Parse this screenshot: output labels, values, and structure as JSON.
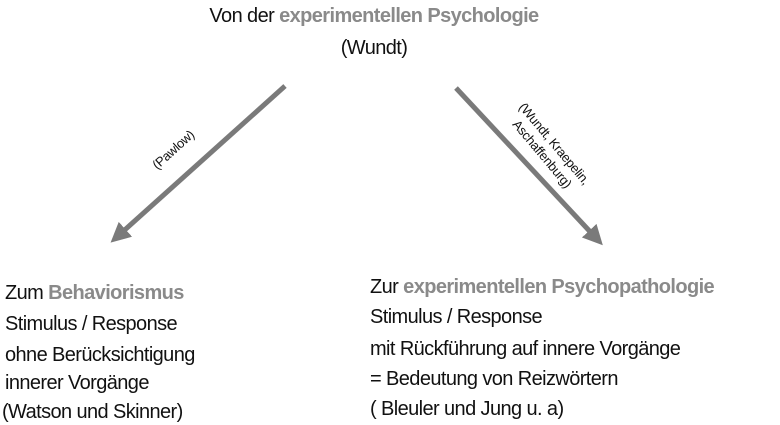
{
  "top": {
    "prefix": "Von der",
    "highlight": "experimentellen Psychologie",
    "subtitle": "(Wundt)"
  },
  "arrows": {
    "left_label": "(Pawlow)",
    "right_label_line1": "(Wundt, Kraepelin,",
    "right_label_line2": "Aschaffenburg)"
  },
  "left_box": {
    "prefix": "Zum",
    "highlight": "Behaviorismus",
    "lines": [
      "Stimulus / Response",
      "ohne Berücksichtigung",
      "innerer Vorgänge",
      "(Watson und Skinner)"
    ]
  },
  "right_box": {
    "prefix": "Zur",
    "highlight": "experimentellen Psychopathologie",
    "lines": [
      "Stimulus / Response",
      "mit Rückführung auf innere Vorgänge",
      "= Bedeutung von Reizwörtern",
      "( Bleuler und Jung u. a)"
    ]
  },
  "colors": {
    "arrow": "#7a7a7a",
    "highlight": "#8a8a8a",
    "text": "#111111"
  }
}
